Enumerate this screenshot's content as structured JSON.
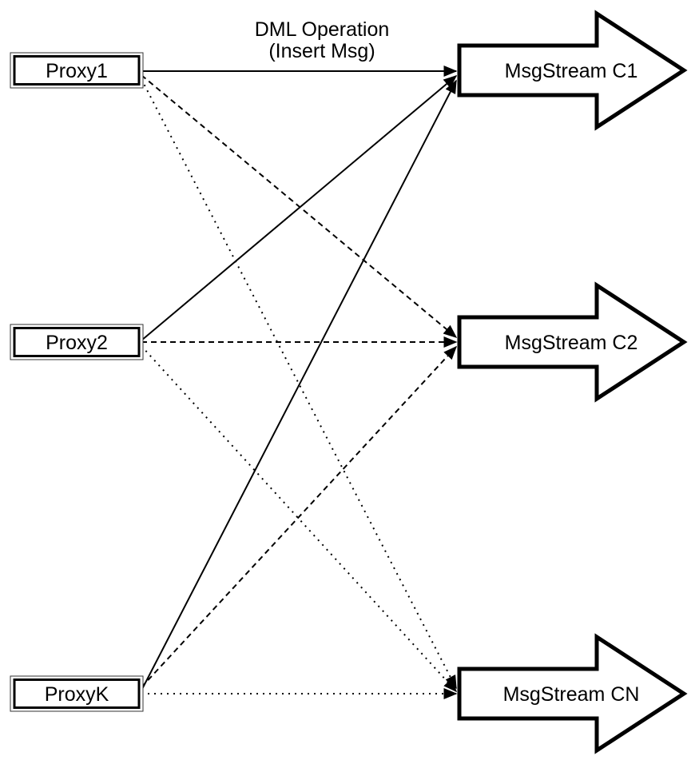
{
  "diagram": {
    "background_color": "#ffffff",
    "stroke_color": "#000000",
    "fill_color": "#ffffff",
    "title": {
      "line1": "DML Operation",
      "line2": "(Insert Msg)"
    },
    "proxies": [
      {
        "label": "Proxy1"
      },
      {
        "label": "Proxy2"
      },
      {
        "label": "ProxyK"
      }
    ],
    "streams": [
      {
        "label": "MsgStream C1",
        "incoming_line_style": "solid"
      },
      {
        "label": "MsgStream C2",
        "incoming_line_style": "dashed"
      },
      {
        "label": "MsgStream CN",
        "incoming_line_style": "dotted"
      }
    ],
    "connections": [
      {
        "from": "Proxy1",
        "to": "MsgStream C1",
        "style": "solid"
      },
      {
        "from": "Proxy2",
        "to": "MsgStream C1",
        "style": "solid"
      },
      {
        "from": "ProxyK",
        "to": "MsgStream C1",
        "style": "solid"
      },
      {
        "from": "Proxy1",
        "to": "MsgStream C2",
        "style": "dashed"
      },
      {
        "from": "Proxy2",
        "to": "MsgStream C2",
        "style": "dashed"
      },
      {
        "from": "ProxyK",
        "to": "MsgStream C2",
        "style": "dashed"
      },
      {
        "from": "Proxy1",
        "to": "MsgStream CN",
        "style": "dotted"
      },
      {
        "from": "Proxy2",
        "to": "MsgStream CN",
        "style": "dotted"
      },
      {
        "from": "ProxyK",
        "to": "MsgStream CN",
        "style": "dotted"
      }
    ]
  }
}
